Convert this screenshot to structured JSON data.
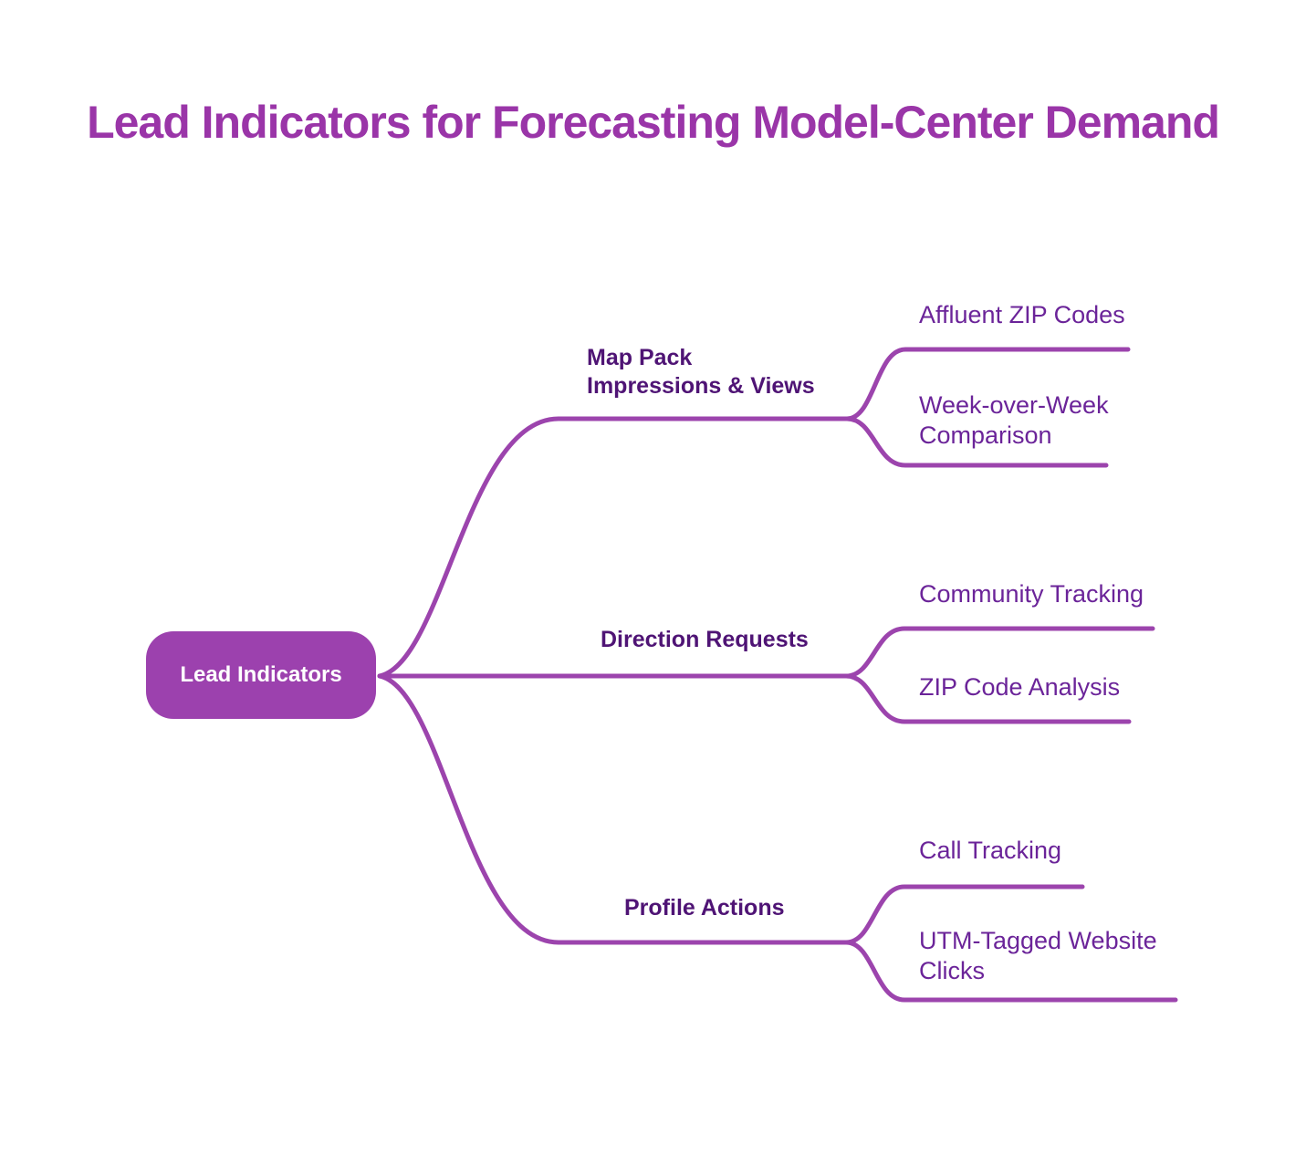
{
  "title": "Lead Indicators for Forecasting Model-Center Demand",
  "root": {
    "label": "Lead Indicators"
  },
  "branches": [
    {
      "label": "Map Pack Impressions & Views",
      "label_lines": [
        "Map Pack",
        "Impressions & Views"
      ],
      "children": [
        {
          "label": "Affluent ZIP Codes",
          "label_lines": [
            "Affluent ZIP Codes"
          ]
        },
        {
          "label": "Week-over-Week Comparison",
          "label_lines": [
            "Week-over-Week",
            "Comparison"
          ]
        }
      ]
    },
    {
      "label": "Direction Requests",
      "label_lines": [
        "Direction Requests"
      ],
      "children": [
        {
          "label": "Community Tracking",
          "label_lines": [
            "Community Tracking"
          ]
        },
        {
          "label": "ZIP Code Analysis",
          "label_lines": [
            "ZIP Code Analysis"
          ]
        }
      ]
    },
    {
      "label": "Profile Actions",
      "label_lines": [
        "Profile Actions"
      ],
      "children": [
        {
          "label": "Call Tracking",
          "label_lines": [
            "Call Tracking"
          ]
        },
        {
          "label": "UTM-Tagged Website Clicks",
          "label_lines": [
            "UTM-Tagged Website",
            "Clicks"
          ]
        }
      ]
    }
  ],
  "colors": {
    "title_color": "#9a35a8",
    "node_fill": "#9c41ae",
    "node_text": "#ffffff",
    "line_color": "#9c44ad",
    "branch_text": "#4f1475",
    "child_text": "#6b2499"
  }
}
